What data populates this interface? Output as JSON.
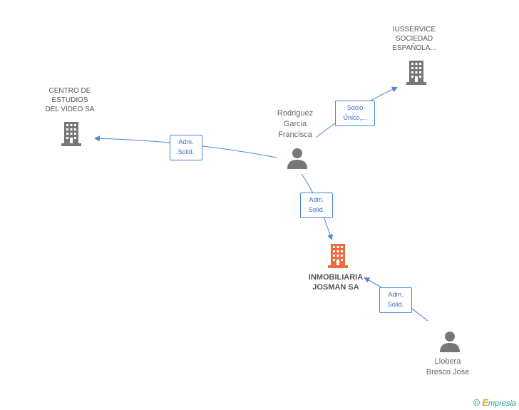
{
  "colors": {
    "company_gray": "#777777",
    "company_focus": "#f06a40",
    "person_gray": "#777777",
    "edge_blue": "#4a86d4"
  },
  "nodes": {
    "centro": {
      "lines": [
        "CENTRO DE",
        "ESTUDIOS",
        "DEL VIDEO SA"
      ],
      "icon": "building-icon"
    },
    "iusservice": {
      "lines": [
        "IUSSERVICE",
        "SOCIEDAD",
        "ESPAÑOLA..."
      ],
      "icon": "building-icon"
    },
    "rodriguez": {
      "lines": [
        "Rodriguez",
        "Garcia",
        "Francisca"
      ],
      "icon": "person-icon"
    },
    "inmobiliaria": {
      "lines": [
        "INMOBILIARIA",
        "JOSMAN SA"
      ],
      "icon": "building-icon"
    },
    "llobera": {
      "lines": [
        "Llobera",
        "Bresco Jose"
      ],
      "icon": "person-icon"
    }
  },
  "edges": {
    "rod_centro": {
      "lines": [
        "Adm.",
        "Solid."
      ]
    },
    "rod_ius": {
      "lines": [
        "Socio",
        "Único,..."
      ]
    },
    "rod_inmo": {
      "lines": [
        "Adm.",
        "Solid."
      ]
    },
    "llo_inmo": {
      "lines": [
        "Adm.",
        "Solid."
      ]
    }
  },
  "footer": {
    "copyright": "©",
    "brand_initial": "E",
    "brand_rest": "mpresia"
  }
}
